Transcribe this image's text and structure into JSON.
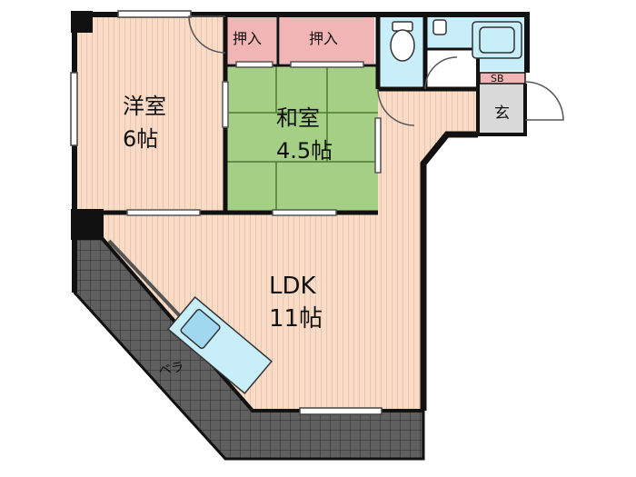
{
  "rooms": {
    "western": {
      "name": "洋室",
      "size": "6帖"
    },
    "japanese": {
      "name": "和室",
      "size": "4.5帖"
    },
    "ldk": {
      "name": "LDK",
      "size": "11帖"
    },
    "closet_left": "押入",
    "closet_right": "押入",
    "entrance": "玄",
    "shoe_box": "SB",
    "balcony": "ベラ"
  },
  "colors": {
    "western": "#f9dcc8",
    "japanese": "#a6cf86",
    "ldk": "#f9dcc8",
    "closet": "#f1b5b5",
    "wet": "#c8eefa",
    "balcony": "#5a5a5a",
    "wall": "#111111"
  }
}
